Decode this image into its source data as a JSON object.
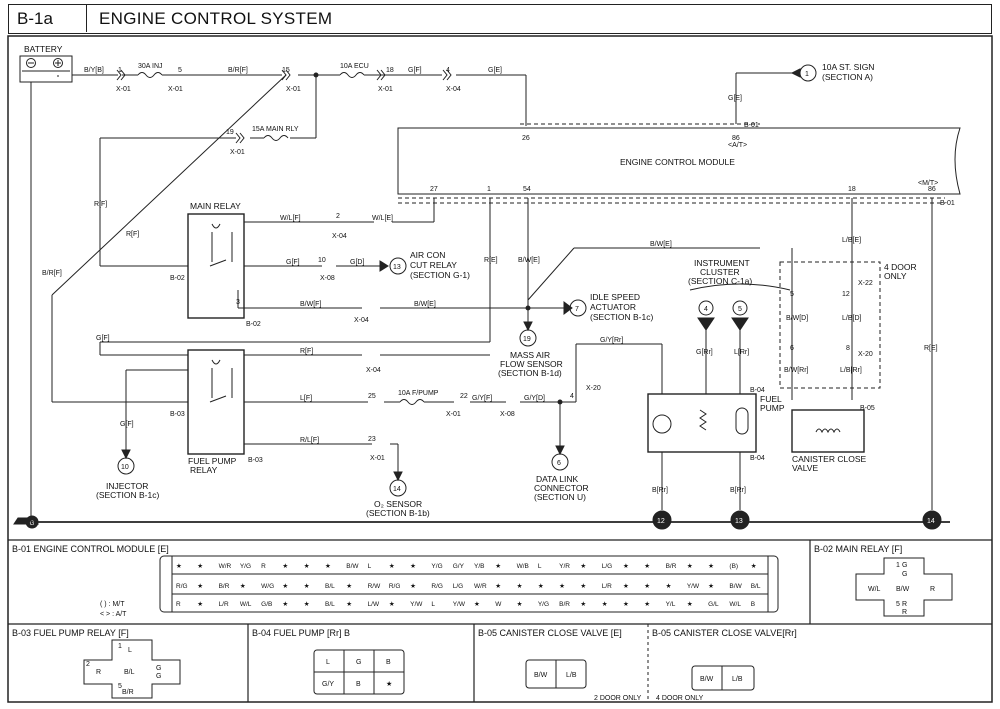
{
  "header": {
    "code": "B-1a",
    "title": "ENGINE CONTROL SYSTEM"
  },
  "components": {
    "battery": "BATTERY",
    "ecm": "ENGINE CONTROL MODULE",
    "main_relay": "MAIN RELAY",
    "fuel_pump_relay": [
      "FUEL PUMP",
      "RELAY"
    ],
    "instrument_cluster": [
      "INSTRUMENT",
      "CLUSTER",
      "(SECTION C-1a)"
    ],
    "fuel_pump": [
      "FUEL",
      "PUMP"
    ],
    "canister_valve": [
      "CANISTER CLOSE",
      "VALVE"
    ],
    "four_door": [
      "4 DOOR",
      "ONLY"
    ]
  },
  "fuses": {
    "inj": "30A INJ",
    "ecu": "10A ECU",
    "main_rly": "15A MAIN RLY",
    "fpump": "10A F/PUMP"
  },
  "references": [
    {
      "num": "1",
      "lines": [
        "10A ST. SIGN",
        "(SECTION A)"
      ]
    },
    {
      "num": "13",
      "lines": [
        "AIR CON",
        "CUT RELAY",
        "(SECTION G-1)"
      ]
    },
    {
      "num": "7",
      "lines": [
        "IDLE SPEED",
        "ACTUATOR",
        "(SECTION B-1c)"
      ]
    },
    {
      "num": "19",
      "lines": [
        "MASS AIR",
        "FLOW SENSOR",
        "(SECTION B-1d)"
      ]
    },
    {
      "num": "10",
      "lines": [
        "INJECTOR",
        "(SECTION B-1c)"
      ]
    },
    {
      "num": "14",
      "lines": [
        "O₂ SENSOR",
        "(SECTION B-1b)"
      ]
    },
    {
      "num": "6",
      "lines": [
        "DATA LINK",
        "CONNECTOR",
        "(SECTION U)"
      ]
    },
    {
      "num": "4",
      "lines": []
    },
    {
      "num": "5",
      "lines": []
    },
    {
      "num": "12",
      "lines": []
    },
    {
      "num": "13",
      "lines": []
    },
    {
      "num": "14",
      "lines": []
    }
  ],
  "wire_labels": {
    "by_b": "B/Y[B]",
    "br_f": "B/R[F]",
    "g_f": "G[F]",
    "g_e": "G[E]",
    "g_e2": "G[E]",
    "r_f": "R[F]",
    "r_f2": "R[F]",
    "wl_f": "W/L[F]",
    "wl_e": "W/L[E]",
    "g_f2": "G[F]",
    "g_d": "G[D]",
    "bw_f": "B/W[F]",
    "bw_e": "B/W[E]",
    "r_e": "R[E]",
    "bw_e2": "B/W[E]",
    "bw_e3": "B/W[E]",
    "g_f3": "G[F]",
    "r_f3": "R[F]",
    "l_f": "L[F]",
    "rl_f": "R/L[F]",
    "gy_f": "G/Y[F]",
    "gy_d": "G/Y[D]",
    "gy_rr": "G/Y[Rr]",
    "g_rr": "G[Rr]",
    "l_rr": "L[Rr]",
    "b_rr": "B[Rr]",
    "b_rr2": "B[Rr]",
    "lb_e": "L/B[E]",
    "bw_d": "B/W[D]",
    "lb_d": "L/B[D]",
    "bw_rr": "B/W[Rr]",
    "lb_rr": "L/B[Rr]",
    "r_e2": "R[E]",
    "g_f4": "G[F]",
    "br_f2": "B/R[F]"
  },
  "connectors": {
    "x01": "X-01",
    "x04": "X-04",
    "x08": "X-08",
    "x20": "X-20",
    "x22": "X-22",
    "b01": "B-01",
    "b02": "B-02",
    "b03": "B-03",
    "b04": "B-04",
    "b05": "B-05",
    "at": "<A/T>",
    "mt": "<M/T>"
  },
  "pins": {
    "p1": "1",
    "p5": "5",
    "p15": "15",
    "p18": "18",
    "p4": "4",
    "p19": "19",
    "p26": "26",
    "p86": "86",
    "p27": "27",
    "p1b": "1",
    "p54": "54",
    "p18b": "18",
    "p86b": "86",
    "p2": "2",
    "p10": "10",
    "p25": "25",
    "p22": "22",
    "p23": "23",
    "p4b": "4",
    "p3": "3",
    "p5b": "5",
    "p12": "12",
    "p6": "6",
    "p8": "8"
  },
  "panels": {
    "b01": {
      "title": "B-01 ENGINE CONTROL MODULE [E]",
      "legend": [
        "( ) : M/T",
        "< > : A/T"
      ]
    },
    "b02": {
      "title": "B-02 MAIN RELAY [F]",
      "cells": [
        "1",
        "G",
        "G",
        "W/L",
        "B/W",
        "R",
        "5",
        "R",
        "R"
      ]
    },
    "b03": {
      "title": "B-03 FUEL PUMP RELAY [F]",
      "cells": [
        "1",
        "L",
        "2",
        "R",
        "B/L",
        "G",
        "G",
        "5",
        "B/R"
      ]
    },
    "b04": {
      "title": "B-04 FUEL PUMP [Rr] B",
      "cells": [
        "L",
        "G",
        "B",
        "G/Y",
        "B",
        "★"
      ]
    },
    "b05a": {
      "title": "B-05 CANISTER CLOSE VALVE [E]",
      "cells": [
        "B/W",
        "L/B"
      ],
      "note": "2 DOOR ONLY"
    },
    "b05b": {
      "title": "B-05 CANISTER CLOSE VALVE[Rr]",
      "cells": [
        "B/W",
        "L/B"
      ],
      "note": "4 DOOR ONLY"
    }
  },
  "ecm_pinout": {
    "row1": [
      "★",
      "★",
      "W/R",
      "Y/G",
      "R",
      "★",
      "★",
      "★",
      "B/W",
      "L",
      "★",
      "★",
      "Y/G",
      "G/Y",
      "Y/B",
      "★",
      "W/B",
      "L",
      "Y/R",
      "★",
      "L/G",
      "★",
      "★",
      "B/R",
      "★",
      "★",
      "(B)",
      "★"
    ],
    "row2": [
      "R/G",
      "★",
      "B/R",
      "★",
      "W/G",
      "★",
      "★",
      "B/L",
      "★",
      "R/W",
      "R/G",
      "★",
      "R/G",
      "L/G",
      "W/R",
      "★",
      "★",
      "★",
      "★",
      "★",
      "L/R",
      "★",
      "★",
      "★",
      "Y/W",
      "★",
      "B/W",
      "B/L"
    ],
    "row3": [
      "R",
      "★",
      "L/R",
      "W/L",
      "G/B",
      "★",
      "★",
      "B/L",
      "★",
      "L/W",
      "★",
      "Y/W",
      "L",
      "Y/W",
      "★",
      "W",
      "★",
      "Y/G",
      "B/R",
      "★",
      "★",
      "★",
      "★",
      "Y/L",
      "★",
      "G/L",
      "W/L",
      "B"
    ]
  }
}
